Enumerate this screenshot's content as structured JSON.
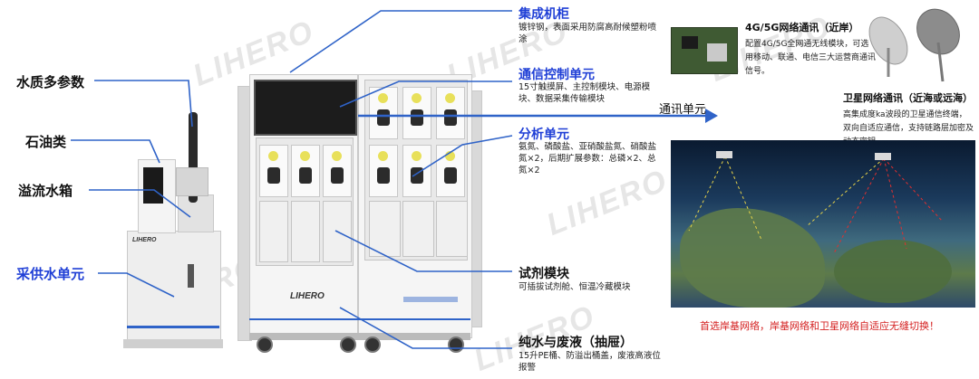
{
  "watermark": "LIHERO",
  "left_labels": {
    "water_quality": "水质多参数",
    "petroleum": "石油类",
    "overflow_tank": "溢流水箱",
    "sampling_unit": "采供水单元"
  },
  "annotations": {
    "integrated_cabinet": {
      "title": "集成机柜",
      "desc": "镀锌钢，表面采用防腐高耐候塑粉喷涂"
    },
    "comm_control": {
      "title": "通信控制单元",
      "desc": "15寸触摸屏、主控制模块、电源模块、数据采集传输模块"
    },
    "analysis": {
      "title": "分析单元",
      "desc": "氨氮、磷酸盐、亚硝酸盐氮、硝酸盐氮×2，后期扩展参数：总磷×2、总氮×2"
    },
    "reagent": {
      "title": "试剂模块",
      "desc": "可插拔试剂舱、恒温冷藏模块"
    },
    "pure_water": {
      "title": "纯水与废液（抽屉）",
      "desc": "15升PE桶、防溢出桶盖，废液高液位报警"
    }
  },
  "comm_arrow_label": "通讯单元",
  "right": {
    "cellular": {
      "title": "4G/5G网络通讯（近岸）",
      "desc": "配置4G/5G全网通无线模块，可选用移动、联通、电信三大运营商通讯信号。"
    },
    "satellite": {
      "title": "卫星网络通讯（近海或远海）",
      "desc": "高集成度ka波段的卫星通信终端，双向自适应通信，支持链路层加密及动态密钥。"
    },
    "footer": "首选岸基网络，岸基网络和卫星网络自适应无缝切换！"
  },
  "cabinet_brand": "LIHERO",
  "colors": {
    "accent": "#1f3fd6",
    "line": "#2f63c8",
    "footer": "#d42020"
  }
}
